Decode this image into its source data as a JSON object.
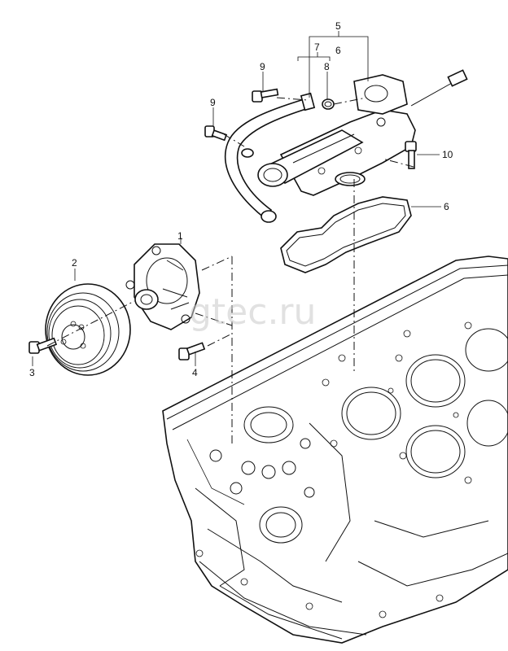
{
  "watermark": "gtec.ru",
  "callouts": {
    "c1": "1",
    "c2": "2",
    "c3": "3",
    "c4": "4",
    "c5": "5",
    "c6_top": "6",
    "c6_side": "6",
    "c7": "7",
    "c8": "8",
    "c9_upper": "9",
    "c9_lower": "9",
    "c10": "10"
  }
}
